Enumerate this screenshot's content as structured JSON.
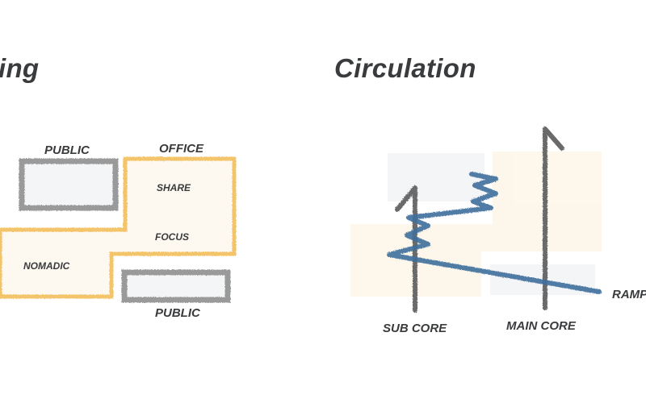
{
  "left_panel": {
    "title": "ing",
    "labels": {
      "public_top": "PUBLIC",
      "office": "OFFICE",
      "share": "SHARE",
      "focus": "FOCUS",
      "nomadic": "NOMADIC",
      "public_bottom": "PUBLIC"
    }
  },
  "right_panel": {
    "title": "Circulation",
    "labels": {
      "sub_core": "SUB CORE",
      "main_core": "MAIN CORE",
      "ramp": "RAMP"
    }
  },
  "colors": {
    "public_stroke": "#9a9a9a",
    "public_fill": "#f4f5f7",
    "office_stroke": "#f3c46a",
    "office_fill": "#fdf8f0",
    "core_stroke": "#6b6b6b",
    "ramp_stroke": "#3f6f9c",
    "text": "#3a3b3d"
  }
}
